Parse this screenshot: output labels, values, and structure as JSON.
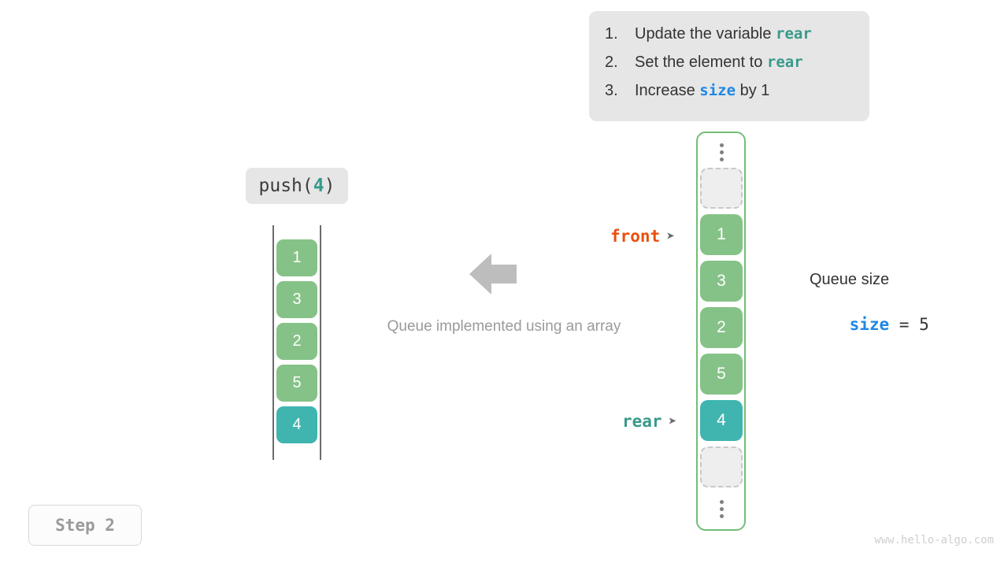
{
  "instructions": {
    "items": [
      {
        "num": "1.",
        "pre": "Update the variable ",
        "kw": "rear",
        "kw_color": "#39998a",
        "post": ""
      },
      {
        "num": "2.",
        "pre": "Set the element to ",
        "kw": "rear",
        "kw_color": "#39998a",
        "post": ""
      },
      {
        "num": "3.",
        "pre": "Increase ",
        "kw": "size",
        "kw_color": "#1e88e5",
        "post": " by 1"
      }
    ]
  },
  "operation": {
    "call_prefix": "push(",
    "call_arg": "4",
    "call_suffix": ")"
  },
  "left_queue": {
    "cells": [
      {
        "value": "1",
        "color": "green"
      },
      {
        "value": "3",
        "color": "green"
      },
      {
        "value": "2",
        "color": "green"
      },
      {
        "value": "5",
        "color": "green"
      },
      {
        "value": "4",
        "color": "teal"
      }
    ]
  },
  "caption": "Queue implemented using an array",
  "array": {
    "top_ellipsis": "⋮",
    "bottom_ellipsis": "⋮",
    "cells": [
      {
        "value": "",
        "state": "empty"
      },
      {
        "value": "1",
        "state": "green"
      },
      {
        "value": "3",
        "state": "green"
      },
      {
        "value": "2",
        "state": "green"
      },
      {
        "value": "5",
        "state": "green"
      },
      {
        "value": "4",
        "state": "teal"
      },
      {
        "value": "",
        "state": "empty"
      }
    ]
  },
  "pointers": {
    "front_label": "front",
    "front_marker": "➤",
    "rear_label": "rear",
    "rear_marker": "➤"
  },
  "size_panel": {
    "title": "Queue size",
    "var_name": "size",
    "equals": " = ",
    "value": "5"
  },
  "step": {
    "label": "Step 2"
  },
  "watermark": "www.hello-algo.com",
  "colors": {
    "green_cell": "#85c287",
    "teal_cell": "#40b5b0",
    "array_border": "#74bd78",
    "front_accent": "#e8500f",
    "rear_accent": "#39998a",
    "size_accent": "#1e88e5",
    "panel_bg": "#e6e6e6",
    "caption_gray": "#9a9a9a"
  }
}
